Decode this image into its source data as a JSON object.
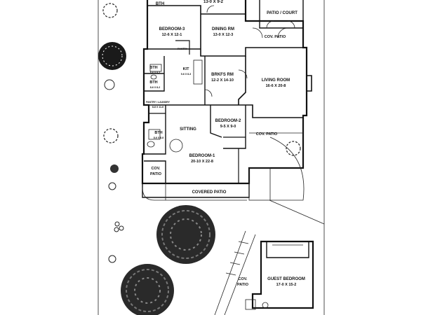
{
  "rooms": {
    "top_room_dims": "13-0 X 9-2",
    "bath_1": "BTH",
    "patio_court": "PATIO / COURT",
    "cov_patio_top": "COV. PATIO",
    "bedroom_3": {
      "name": "BEDROOM-3",
      "dims": "12-6 X 12-1"
    },
    "dining": {
      "name": "DINING RM",
      "dims": "13-0 X 12-3"
    },
    "bath_2": {
      "name": "BTH",
      "dims": "8-6 X 8-2"
    },
    "pantry_small": "PANTRY",
    "kitchen": {
      "name": "KIT",
      "dims": "9-6 X 8-3"
    },
    "bath_3": {
      "name": "BTH",
      "dims": "8-6 X 8-2"
    },
    "brkfs": {
      "name": "BRKFS RM",
      "dims": "12-2 X 14-10"
    },
    "living": {
      "name": "LIVING ROOM",
      "dims": "16-6 X 20-8"
    },
    "pantry_laundry": {
      "name": "PANTRY / LAUNDRY",
      "dims": "8-8 X 11-6"
    },
    "bedroom_2": {
      "name": "BEDROOM-2",
      "dims": "9-5 X 9-0"
    },
    "bath_4": {
      "name": "BTH",
      "dims": "8-6 X 8-8"
    },
    "sitting": "SITTING",
    "cov_patio_mid": "COV. PATIO",
    "bedroom_1": {
      "name": "BEDROOM-1",
      "dims": "20-10 X 22-8"
    },
    "cov_patio_left": "COV.\nPATIO",
    "covered_patio": "COVERED PATIO",
    "cov_patio_bottom": "COV.\nPATIO",
    "guest": {
      "name": "GUEST BEDROOM",
      "dims": "17-0 X 15-2"
    }
  }
}
